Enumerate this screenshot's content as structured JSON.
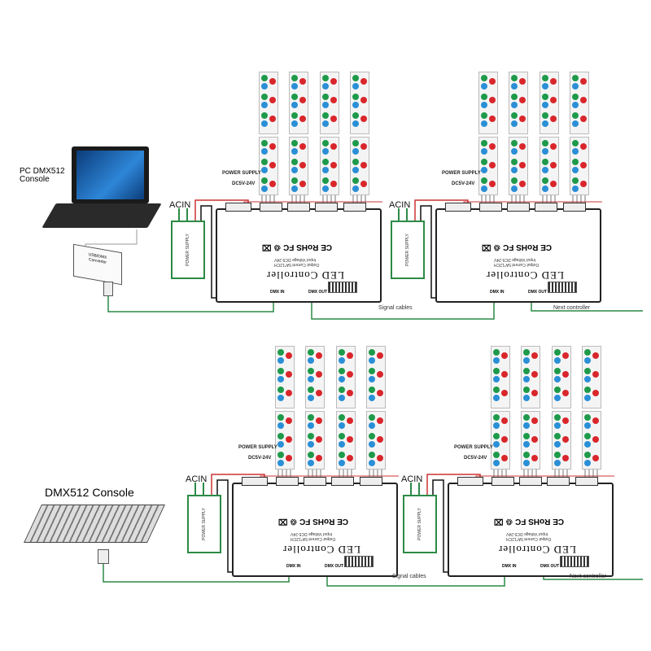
{
  "pc_console_label": [
    "PC  DMX512",
    "Console"
  ],
  "converter_label": [
    "USB/DMX",
    "Converter"
  ],
  "dmx_console_label": "DMX512 Console",
  "unit": {
    "power_supply_label": "POWER SUPPLY",
    "voltage_label": "DC5V-24V",
    "acin_label": "ACIN",
    "ps_box_label": "POWER SUPPLY",
    "cert_marks": "CE RoHS FC ♲ ⌧",
    "input_voltage": "Input Voltage DC5-24V",
    "output_current": "Output Current 5A*12CH",
    "controller_title": "LED Controller",
    "dmx_in": "DMX IN",
    "dmx_out": "DMX OUT"
  },
  "signal_cables_label": "Signal cables",
  "next_controller_label": "Next  controller",
  "colors": {
    "red": "#d9262b",
    "green": "#1e9a4a",
    "blue": "#2a8fd6",
    "wire_green": "#2c8a46"
  }
}
